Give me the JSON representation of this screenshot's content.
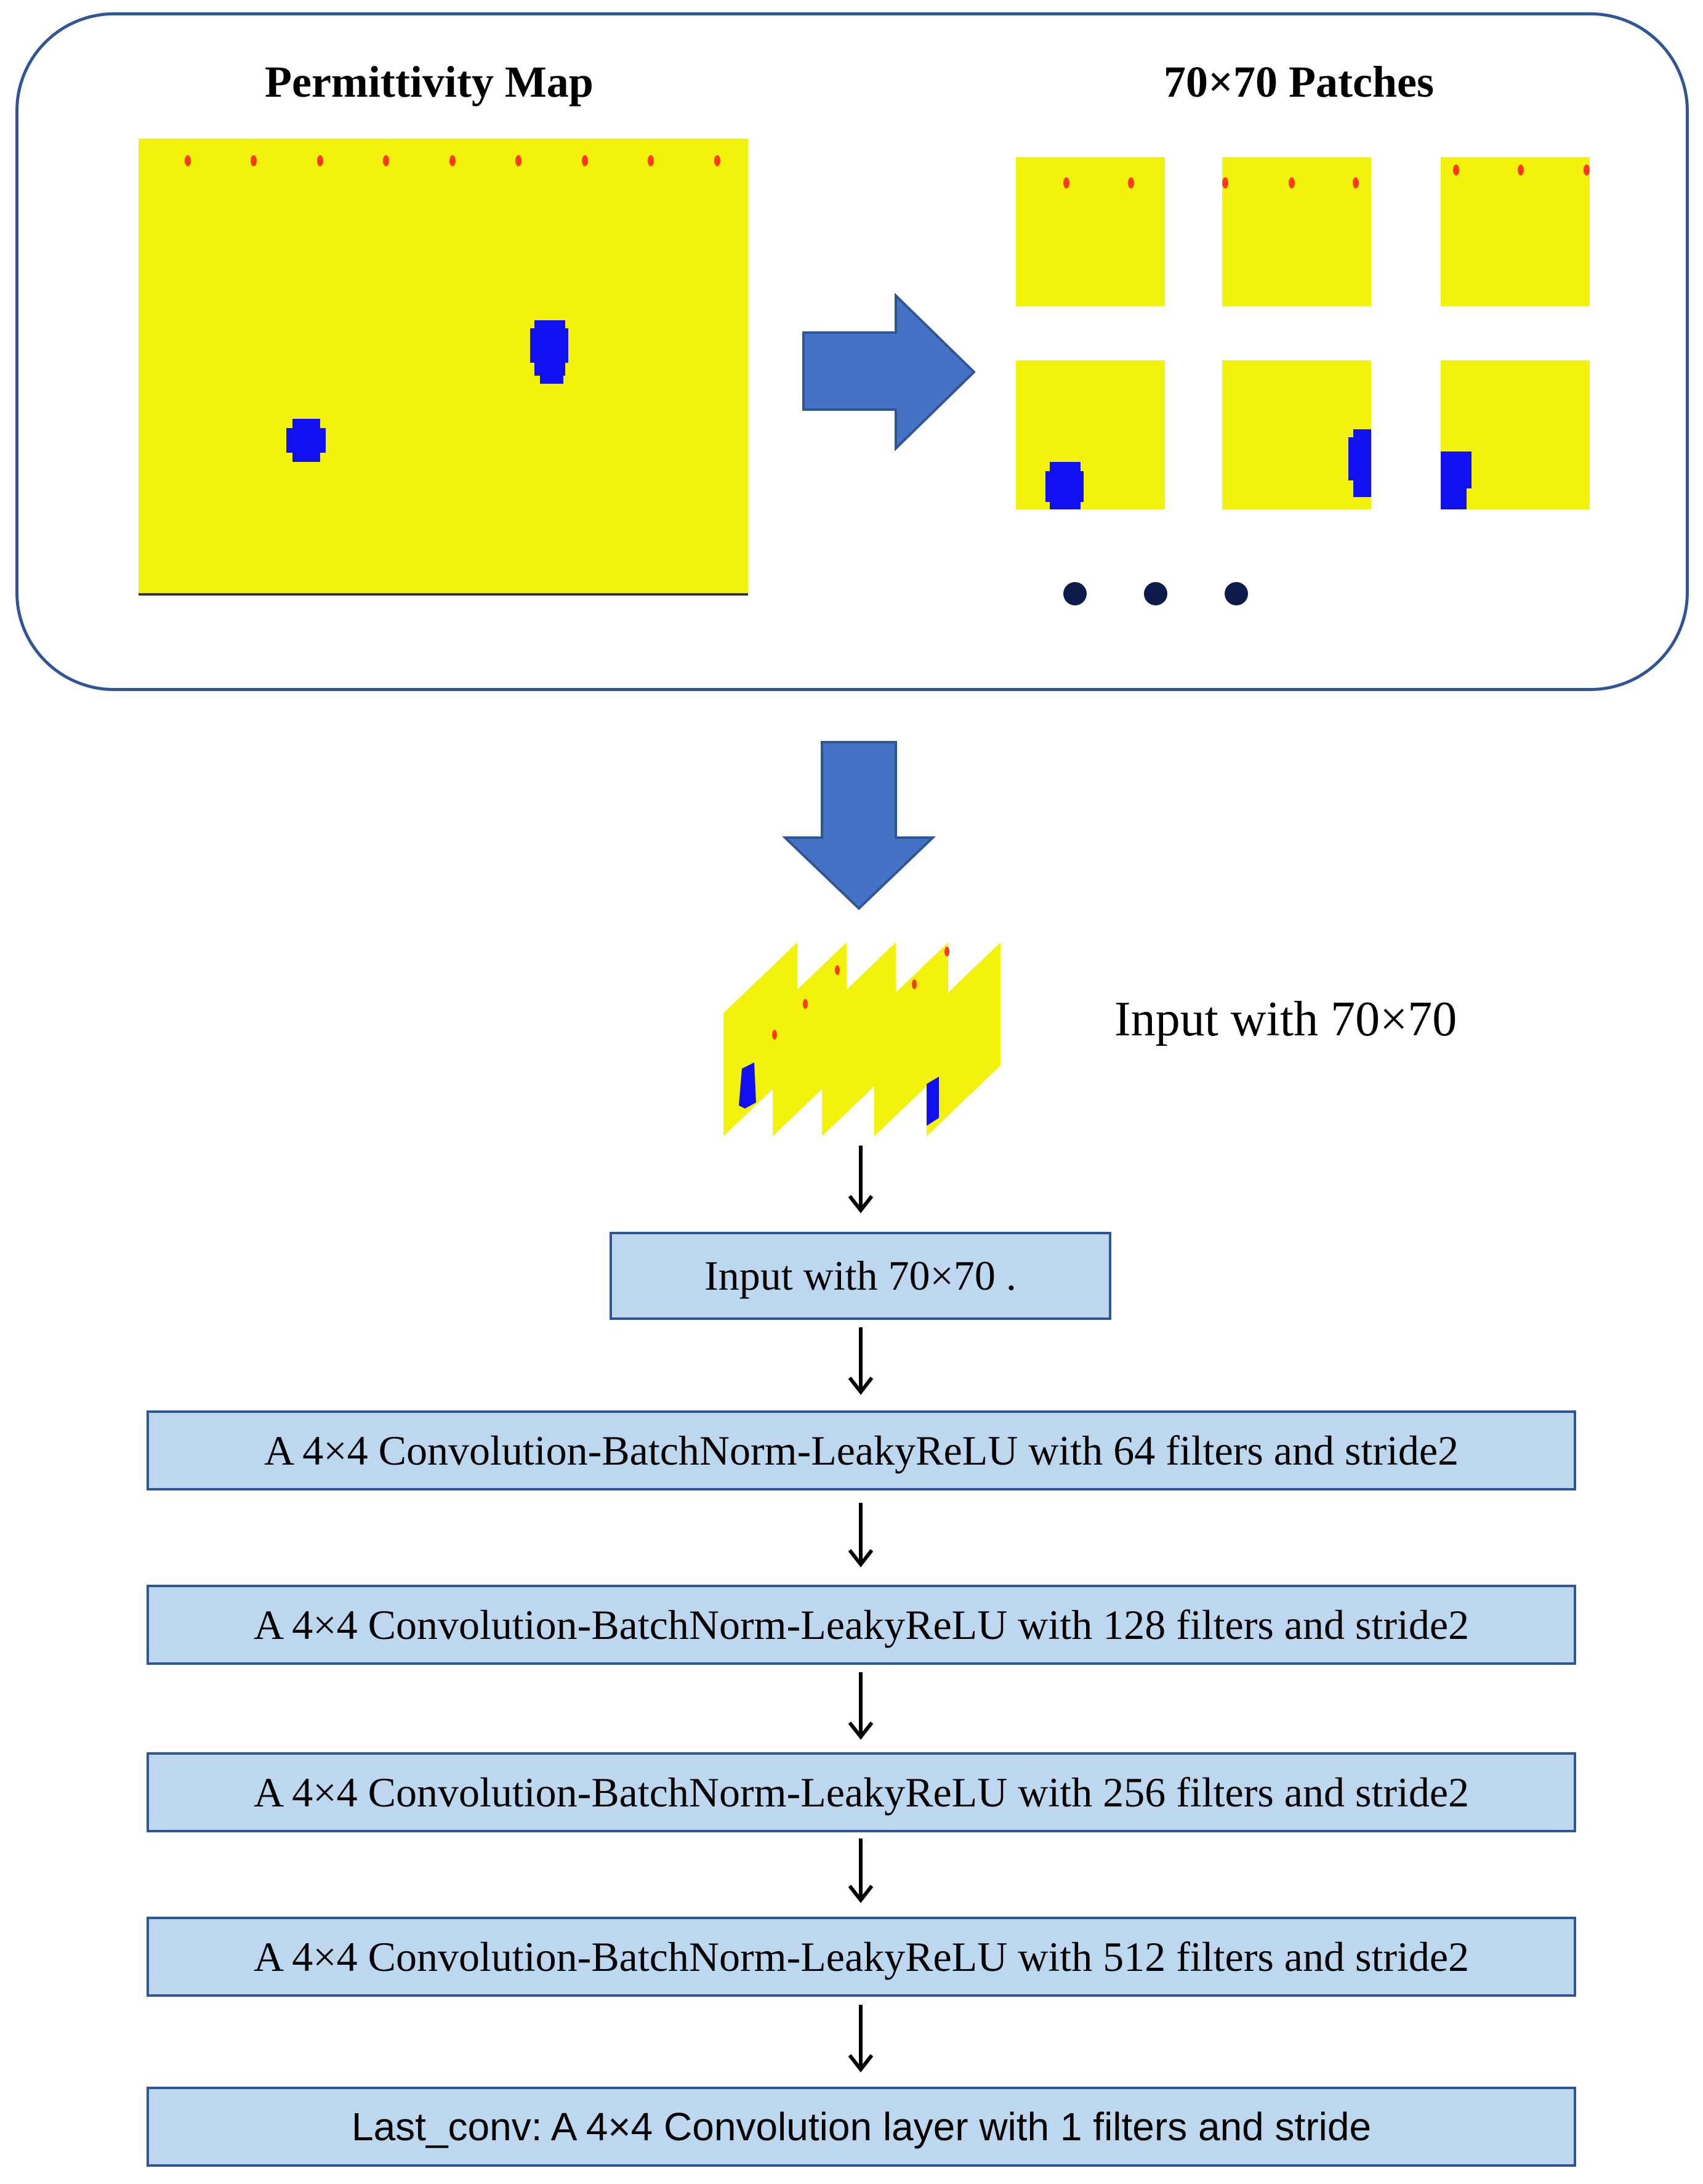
{
  "top_panel": {
    "left_heading": "Permittivity Map",
    "right_heading": "70×70 Patches"
  },
  "input_label": "Input with 70×70",
  "layers": [
    "Input with 70×70 .",
    "A 4×4 Convolution-BatchNorm-LeakyReLU with 64 filters and stride2",
    "A 4×4 Convolution-BatchNorm-LeakyReLU with 128 filters and stride2",
    "A 4×4 Convolution-BatchNorm-LeakyReLU with 256 filters and stride2",
    "A 4×4 Convolution-BatchNorm-LeakyReLU with 512 filters and stride2",
    "Last_conv: A 4×4 Convolution layer with 1 filters and stride"
  ],
  "colors": {
    "panel_border": "#2f5597",
    "map_background": "#f2f20a",
    "inclusion": "#1010f0",
    "source_marker": "#ff3a1a",
    "arrow_fill": "#4472c4",
    "box_fill": "#bdd7ee"
  }
}
